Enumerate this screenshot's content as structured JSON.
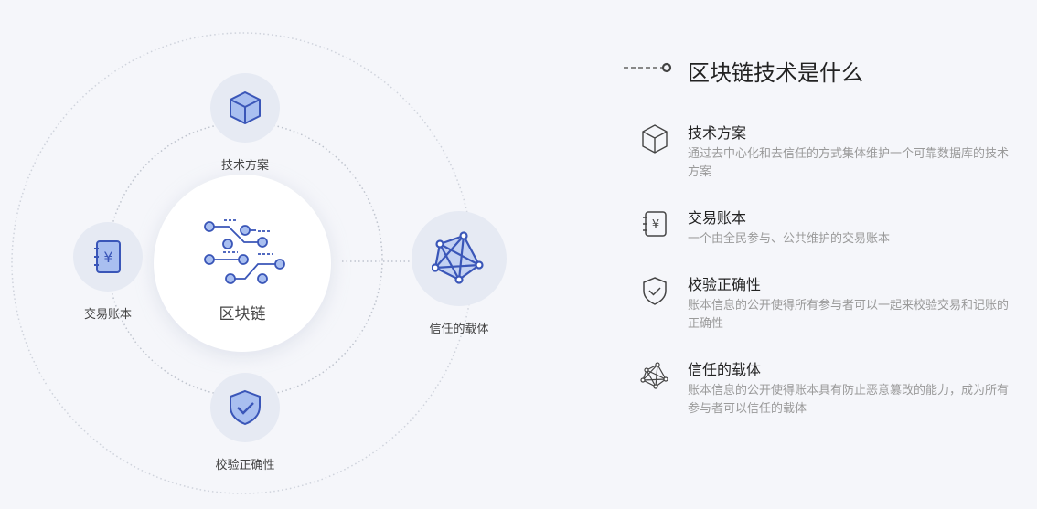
{
  "diagram": {
    "center_label": "区块链",
    "nodes": [
      {
        "id": "tech",
        "label": "技术方案"
      },
      {
        "id": "ledger",
        "label": "交易账本"
      },
      {
        "id": "verify",
        "label": "校验正确性"
      },
      {
        "id": "trust",
        "label": "信任的载体"
      }
    ]
  },
  "info": {
    "title": "区块链技术是什么",
    "items": [
      {
        "icon": "cube-icon",
        "heading": "技术方案",
        "desc": "通过去中心化和去信任的方式集体维护一个可靠数据库的技术方案"
      },
      {
        "icon": "ledger-yen-icon",
        "heading": "交易账本",
        "desc": "一个由全民参与、公共维护的交易账本"
      },
      {
        "icon": "shield-check-icon",
        "heading": "校验正确性",
        "desc": "账本信息的公开使得所有参与者可以一起来校验交易和记账的正确性"
      },
      {
        "icon": "network-icon",
        "heading": "信任的载体",
        "desc": "账本信息的公开使得账本具有防止恶意篡改的能力，成为所有参与者可以信任的载体"
      }
    ]
  },
  "colors": {
    "accent": "#3a56b8",
    "node_bg": "#e6eaf3",
    "background": "#f5f6fa"
  }
}
